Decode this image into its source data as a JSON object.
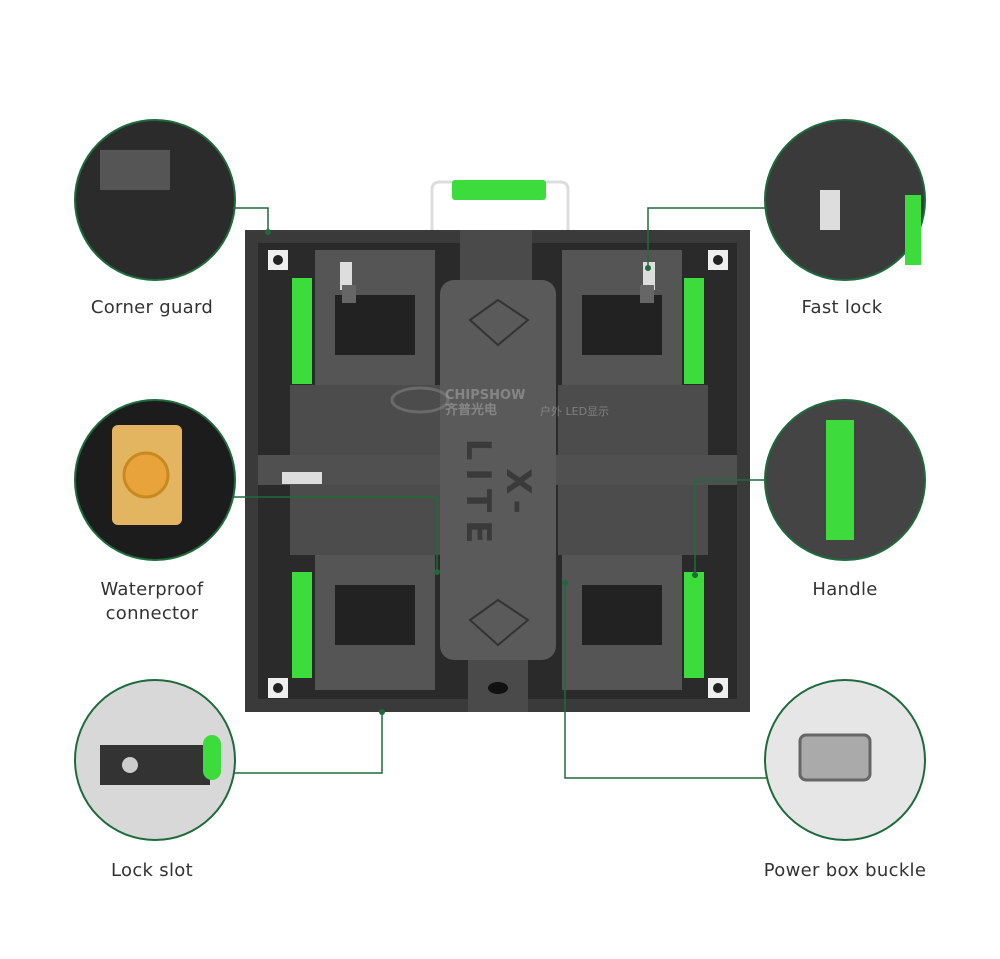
{
  "callouts": {
    "corner_guard": "Corner guard",
    "fast_lock": "Fast lock",
    "waterproof_connector_line1": "Waterproof",
    "waterproof_connector_line2": "connector",
    "handle": "Handle",
    "lock_slot": "Lock slot",
    "power_box_buckle": "Power box buckle"
  },
  "product": {
    "logo": "X-LITE",
    "watermark_brand": "CHIPSHOW",
    "watermark_cn": "齐普光电",
    "watermark_sub": "户外 LED显示"
  },
  "colors": {
    "accent_green": "#3ddc3d",
    "leader_line": "#1e6b3a",
    "panel_dark": "#3a3a3a",
    "panel_mid": "#555555"
  }
}
